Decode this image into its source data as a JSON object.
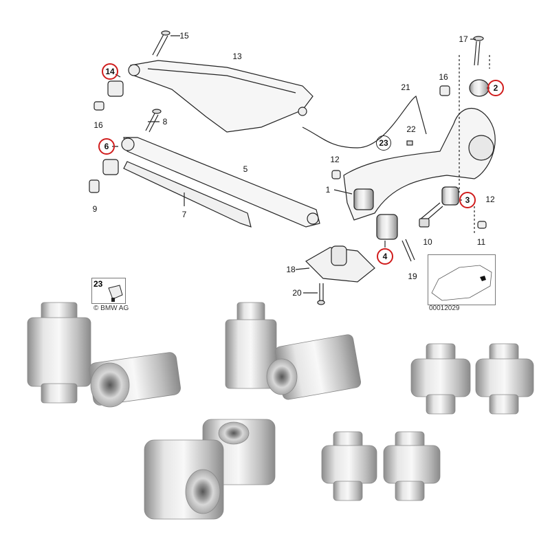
{
  "diagram": {
    "callouts": [
      "15",
      "13",
      "14",
      "16",
      "8",
      "6",
      "5",
      "9",
      "7",
      "17",
      "16",
      "2",
      "21",
      "22",
      "23",
      "12",
      "1",
      "3",
      "12",
      "4",
      "10",
      "11",
      "18",
      "19",
      "20"
    ],
    "highlighted_callouts": [
      "14",
      "6",
      "2",
      "3",
      "4"
    ],
    "inset_part": {
      "number": "23",
      "copyright": "© BMW AG"
    },
    "inset_car": {
      "code": "00012029"
    },
    "highlight_color": "#d01c1c"
  },
  "products": {
    "description_count": 10
  }
}
